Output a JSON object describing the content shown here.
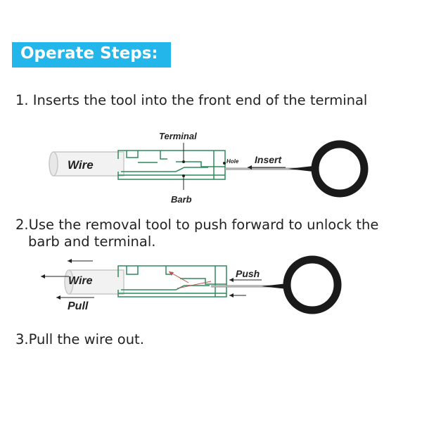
{
  "header": {
    "title": "Operate Steps:"
  },
  "steps": [
    {
      "text": "1. Inserts the tool into the front end of the terminal"
    },
    {
      "text": "2.Use the removal tool to push forward to unlock the",
      "text2": "barb and terminal."
    },
    {
      "text": "3.Pull the wire out."
    }
  ],
  "diagram1": {
    "terminal": "Terminal",
    "wire": "Wire",
    "hole": "Hole",
    "insert": "Insert",
    "barb": "Barb"
  },
  "diagram2": {
    "wire": "Wire",
    "push": "Push",
    "pull": "Pull"
  },
  "colors": {
    "banner": "#22b6ea",
    "terminal": "#2f8a5a",
    "tool": "#1a1a1a",
    "barb_line": "#c0504d"
  }
}
